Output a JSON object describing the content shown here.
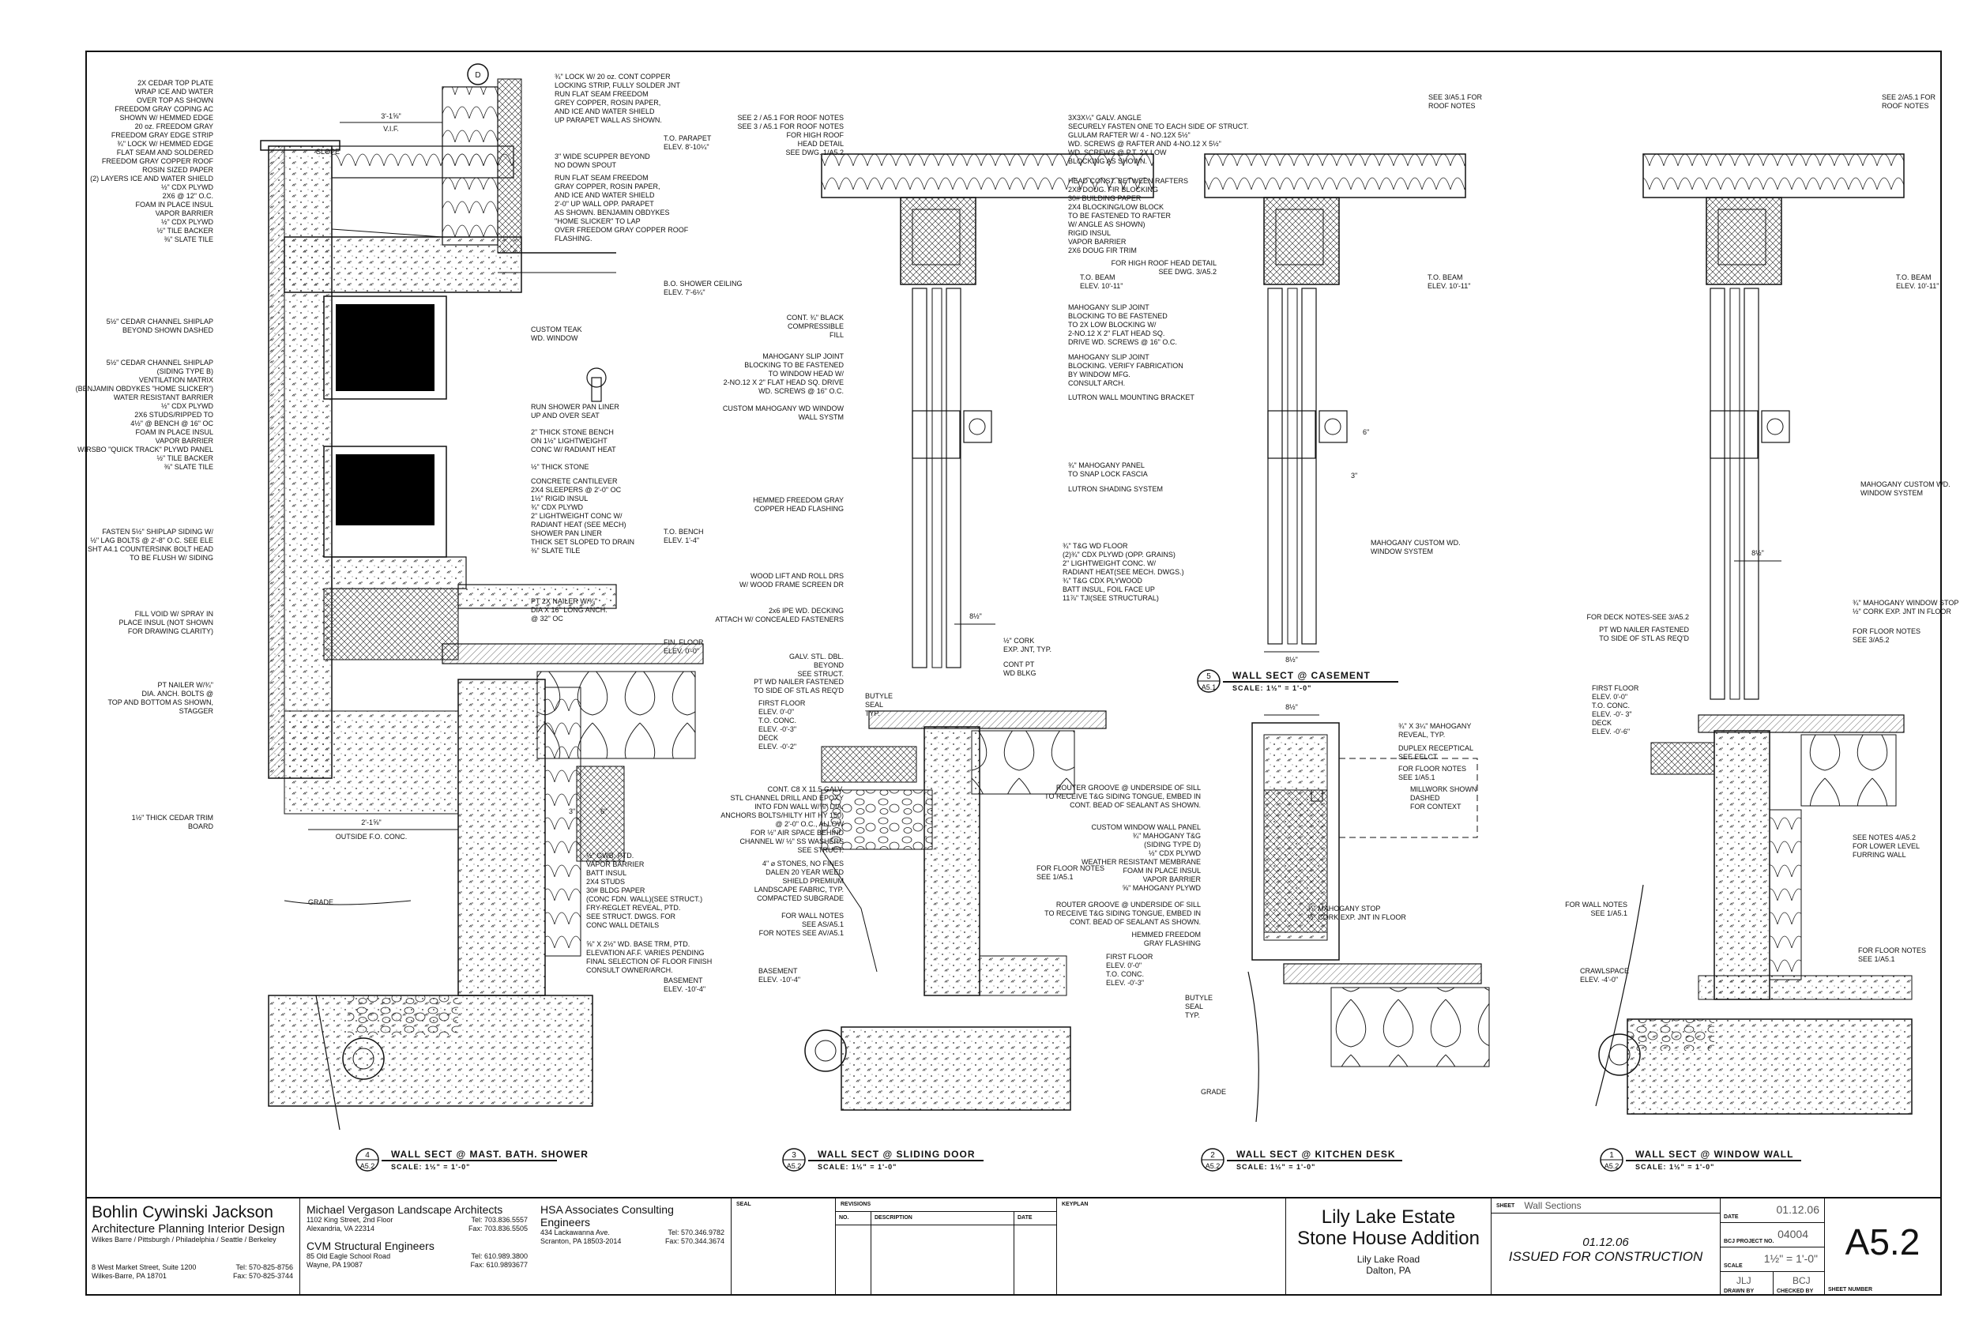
{
  "titleblock": {
    "architect": {
      "name": "Bohlin Cywinski Jackson",
      "subtitle": "Architecture Planning Interior Design",
      "cities": "Wilkes Barre / Pittsburgh / Philadelphia / Seattle / Berkeley",
      "addr1": "8 West Market Street, Suite 1200",
      "addr2": "Wilkes-Barre, PA  18701",
      "tel": "Tel: 570-825-8756",
      "fax": "Fax: 570-825-3744"
    },
    "landscape": {
      "name": "Michael Vergason Landscape Architects",
      "addr1": "1102 King Street, 2nd Floor",
      "addr2": "Alexandria, VA 22314",
      "tel": "Tel: 703.836.5557",
      "fax": "Fax: 703.836.5505"
    },
    "structural": {
      "name": "CVM Structural Engineers",
      "addr1": "85 Old Eagle School Road",
      "addr2": "Wayne, PA 19087",
      "tel": "Tel: 610.989.3800",
      "fax": "Fax: 610.9893677"
    },
    "consulting": {
      "name": "HSA Associates Consulting Engineers",
      "addr1": "434 Lackawanna Ave.",
      "addr2": "Scranton, PA 18503-2014",
      "tel": "Tel: 570.346.9782",
      "fax": "Fax: 570.344.3674"
    },
    "seal_label": "SEAL",
    "revisions_label": "REVISIONS",
    "rev_no": "NO.",
    "rev_desc": "DESCRIPTION",
    "rev_date": "DATE",
    "keyplan_label": "KEYPLAN",
    "project_line1": "Lily Lake Estate",
    "project_line2": "Stone House Addition",
    "project_addr1": "Lily Lake Road",
    "project_addr2": "Dalton, PA",
    "sheet_label": "SHEET",
    "sheet_title": "Wall Sections",
    "issue_date": "01.12.06",
    "issue_text": "ISSUED FOR CONSTRUCTION",
    "date_label": "DATE",
    "date_value": "01.12.06",
    "project_no_label": "BCJ PROJECT NO.",
    "project_no": "04004",
    "scale_label": "SCALE",
    "scale_value": "1½\" = 1'-0\"",
    "drawn_label": "DRAWN BY",
    "drawn_value": "JLJ",
    "checked_label": "CHECKED BY",
    "checked_value": "BCJ",
    "sheet_no_label": "SHEET NUMBER",
    "sheet_number": "A5.2"
  },
  "sections": [
    {
      "num": "4",
      "sheet": "A5.2",
      "title": "WALL SECT @ MAST. BATH. SHOWER",
      "scale": "SCALE: 1½\" = 1'-0\""
    },
    {
      "num": "3",
      "sheet": "A5.2",
      "title": "WALL SECT @ SLIDING DOOR",
      "scale": "SCALE: 1½\" = 1'-0\""
    },
    {
      "num": "2",
      "sheet": "A5.2",
      "title": "WALL SECT @ KITCHEN DESK",
      "scale": "SCALE: 1½\" = 1'-0\""
    },
    {
      "num": "1",
      "sheet": "A5.2",
      "title": "WALL SECT @ WINDOW WALL",
      "scale": "SCALE: 1½\" = 1'-0\""
    },
    {
      "num": "5",
      "sheet": "A5.1",
      "title": "WALL SECT @ CASEMENT",
      "scale": "SCALE: 1½\" = 1'-0\""
    }
  ],
  "notes": {
    "s4_left": [
      "2X CEDAR TOP PLATE",
      "WRAP ICE AND WATER",
      "OVER TOP AS SHOWN",
      "FREEDOM GRAY COPING AC",
      "SHOWN W/ HEMMED EDGE",
      "20 oz. FREEDOM GRAY",
      "FREEDOM GRAY EDGE STRIP",
      "¾\" LOCK W/ HEMMED EDGE",
      "FLAT SEAM AND SOLDERED",
      "FREEDOM GRAY COPPER ROOF",
      "ROSIN SIZED PAPER",
      "(2) LAYERS ICE AND WATER SHIELD",
      "½\" CDX PLYWD",
      "2X6 @ 12\" O.C.",
      "FOAM IN PLACE INSUL",
      "VAPOR BARRIER",
      "½\" CDX PLYWD",
      "½\" TILE BACKER",
      "⅜\" SLATE TILE"
    ],
    "s4_left2": [
      "5½\" CEDAR CHANNEL SHIPLAP",
      "BEYOND SHOWN DASHED"
    ],
    "s4_left3": [
      "5½\" CEDAR CHANNEL SHIPLAP",
      "(SIDING TYPE B)",
      "VENTILATION MATRIX",
      "(BENJAMIN OBDYKES \"HOME SLICKER\")",
      "WATER RESISTANT BARRIER",
      "½\" CDX PLYWD",
      "2X6 STUDS/RIPPED TO",
      "4½\" @ BENCH @ 16\" OC",
      "FOAM IN PLACE INSUL",
      "VAPOR BARRIER",
      "WIRSBO \"QUICK TRACK\" PLYWD PANEL",
      "½\" TILE BACKER",
      "⅜\" SLATE TILE"
    ],
    "s4_left4": [
      "FASTEN 5½\" SHIPLAP SIDING W/",
      "½\" LAG BOLTS @ 2'-8\" O.C. SEE ELE",
      "SHT A4.1 COUNTERSINK BOLT HEAD",
      "TO BE FLUSH W/ SIDING"
    ],
    "s4_left5": [
      "FILL VOID W/ SPRAY IN",
      "PLACE INSUL (NOT SHOWN",
      "FOR DRAWING CLARITY)"
    ],
    "s4_left6": [
      "PT NAILER W/¾\"",
      "DIA. ANCH. BOLTS @",
      "TOP AND BOTTOM AS SHOWN,",
      "STAGGER"
    ],
    "s4_left7": [
      "1½\" THICK CEDAR TRIM",
      "BOARD"
    ],
    "s4_grade": "GRADE",
    "s4_outside": "OUTSIDE F.O. CONC.",
    "s4_dim_top": "3'-1⅝\"",
    "s4_dim_vif": "V.I.F.",
    "s4_dim_bot": "2'-1⅝\"",
    "s4_slope": "SLOPE",
    "s4_right": [
      "¾\" LOCK W/ 20 oz. CONT COPPER",
      "LOCKING STRIP, FULLY SOLDER JNT",
      "RUN FLAT SEAM FREEDOM",
      "GREY COPPER, ROSIN PAPER,",
      "AND ICE AND WATER SHIELD",
      "UP PARAPET WALL AS SHOWN."
    ],
    "s4_right2": [
      "3\" WIDE SCUPPER BEYOND",
      "NO DOWN SPOUT"
    ],
    "s4_right3": [
      "RUN FLAT SEAM FREEDOM",
      "GRAY COPPER, ROSIN PAPER,",
      "AND ICE AND WATER SHIELD",
      "2'-0\" UP WALL OPP. PARAPET",
      "AS SHOWN. BENJAMIN OBDYKES",
      "\"HOME SLICKER\" TO LAP",
      "OVER FREEDOM GRAY COPPER ROOF",
      "FLASHING."
    ],
    "s4_tparapet": [
      "T.O. PARAPET",
      "ELEV. 8'-10¼\""
    ],
    "s4_boshower": [
      "B.O. SHOWER CEILING",
      "ELEV. 7'-6¼\""
    ],
    "s4_teak": [
      "CUSTOM TEAK",
      "WD. WINDOW"
    ],
    "s4_r4": [
      "RUN SHOWER PAN LINER",
      "UP AND OVER SEAT"
    ],
    "s4_r5": [
      "2\" THICK STONE BENCH",
      "ON 1½\" LIGHTWEIGHT",
      "CONC W/ RADIANT HEAT"
    ],
    "s4_r6": [
      "½\" THICK STONE"
    ],
    "s4_r7": [
      "CONCRETE CANTILEVER",
      "2X4 SLEEPERS @ 2'-0\" OC",
      "1½\" RIGID INSUL",
      "¾\" CDX PLYWD",
      "2\" LIGHTWEIGHT CONC W/",
      "RADIANT HEAT (SEE MECH)",
      "SHOWER PAN LINER",
      "THICK SET SLOPED TO DRAIN",
      "⅜\" SLATE TILE"
    ],
    "s4_tbench": [
      "T.O. BENCH",
      "ELEV. 1'-4\""
    ],
    "s4_r8": [
      "PT 2X NAILER W/¾\"",
      "DIA X 16\" LONG ANCH.",
      "@ 32\" OC"
    ],
    "s4_finfloor": [
      "FIN. FLOOR",
      "ELEV. 0'-0\""
    ],
    "s4_r9": [
      "½\" GWB, PTD.",
      "VAPOR BARRIER",
      "BATT INSUL",
      "2X4 STUDS",
      "30# BLDG PAPER",
      "(CONC FDN. WALL)(SEE STRUCT.)",
      "FRY-REGLET REVEAL, PTD.",
      "SEE STRUCT. DWGS. FOR",
      "CONC WALL DETAILS"
    ],
    "s4_r10": [
      "⅝\" X 2½\" WD. BASE TRM, PTD.",
      "ELEVATION AF.F. VARIES PENDING",
      "FINAL SELECTION OF FLOOR FINISH",
      "CONSULT OWNER/ARCH."
    ],
    "s4_basement": [
      "BASEMENT",
      "ELEV. -10'-4\""
    ],
    "s4_dim_3": "3\"",
    "s4_dim_6": "6\"",
    "s3_left": [
      "SEE 2 / A5.1 FOR ROOF NOTES",
      "SEE 3 / A5.1 FOR ROOF NOTES",
      "FOR HIGH ROOF",
      "HEAD DETAIL",
      "SEE DWG. 1/A5.2"
    ],
    "s3_left2": [
      "CONT. ¾\" BLACK",
      "COMPRESSIBLE",
      "FILL"
    ],
    "s3_left3": [
      "MAHOGANY SLIP JOINT",
      "BLOCKING TO BE FASTENED",
      "TO WINDOW HEAD W/",
      "2-NO.12 X 2\" FLAT HEAD SQ. DRIVE",
      "WD. SCREWS @ 16\" O.C."
    ],
    "s3_left4": [
      "CUSTOM MAHOGANY WD WINDOW",
      "WALL SYSTM"
    ],
    "s3_left5": [
      "HEMMED FREEDOM GRAY",
      "COPPER HEAD FLASHING"
    ],
    "s3_left6": [
      "WOOD LIFT AND ROLL DRS",
      "W/ WOOD FRAME SCREEN DR"
    ],
    "s3_left7": [
      "2x6 IPE WD. DECKING",
      "ATTACH W/ CONCEALED FASTENERS"
    ],
    "s3_left8": [
      "GALV. STL. DBL.",
      "BEYOND",
      "SEE STRUCT."
    ],
    "s3_left9": [
      "PT WD NAILER FASTENED",
      "TO SIDE OF STL AS REQ'D"
    ],
    "s3_elev": [
      "FIRST FLOOR",
      "ELEV. 0'-0\"",
      "T.O. CONC.",
      "ELEV. -0'-3\"",
      "DECK",
      "ELEV. -0'-2\""
    ],
    "s3_left10": [
      "CONT. C8 X 11.5 GALV.",
      "STL CHANNEL DRILL AND EPOXY",
      "INTO FDN WALL W/⅝\" DIA.",
      "ANCHORS BOLTS/HILTY HIT HY 150)",
      "@ 2'-0\" O.C., ALLOW",
      "FOR ½\" AIR SPACE BEHIND",
      "CHANNEL W/ ½\" SS WASHERS",
      "SEE STRUCT."
    ],
    "s3_left11": [
      "4\" ⌀ STONES, NO FINES",
      "DALEN 20 YEAR WEED",
      "SHIELD PREMIUM",
      "LANDSCAPE FABRIC, TYP.",
      "COMPACTED SUBGRADE"
    ],
    "s3_left12": [
      "FOR WALL NOTES",
      "SEE AS/A5.1",
      "FOR NOTES SEE AV/A5.1"
    ],
    "s3_basement": [
      "BASEMENT",
      "ELEV. -10'-4\""
    ],
    "s3_right": [
      "3X3X¼\" GALV. ANGLE",
      "SECURELY FASTEN ONE TO EACH SIDE OF STRUCT.",
      "GLULAM RAFTER W/ 4 - NO.12X 5½\"",
      "WD. SCREWS @ RAFTER AND 4-NO.12 X 5½\"",
      "WD. SCREWS @ P.T. 2X LOW",
      "BLOCKING AS SHOWN."
    ],
    "s3_right2": [
      "HEAD CONST. BETWEEN RAFTERS",
      "2X8 DOUG. FIR BLOCKING",
      "30# BUILDING PAPER",
      "2X4 BLOCKING/LOW BLOCK",
      "TO BE FASTENED TO RAFTER",
      "W/ ANGLE AS SHOWN)",
      "RIGID INSUL",
      "VAPOR BARRIER",
      "2X6 DOUG FIR TRIM"
    ],
    "s3_tbeam": [
      "T.O. BEAM",
      "ELEV. 10'-11\""
    ],
    "s3_highroof": [
      "FOR HIGH ROOF HEAD DETAIL",
      "SEE DWG. 3/A5.2"
    ],
    "s3_right3": [
      "MAHOGANY SLIP JOINT",
      "BLOCKING TO BE FASTENED",
      "TO 2X LOW BLOCKING W/",
      "2-NO.12 X 2\" FLAT HEAD SQ.",
      "DRIVE WD. SCREWS @ 16\" O.C."
    ],
    "s3_right4": [
      "MAHOGANY SLIP JOINT",
      "BLOCKING. VERIFY FABRICATION",
      "BY WINDOW MFG.",
      "CONSULT ARCH."
    ],
    "s3_right5": [
      "LUTRON WALL MOUNTING BRACKET"
    ],
    "s3_right6": [
      "¾\" MAHOGANY PANEL",
      "TO SNAP LOCK FASCIA"
    ],
    "s3_right7": [
      "LUTRON SHADING SYSTEM"
    ],
    "s3_dim": "8½\"",
    "s3_right8": [
      "¾\" T&G WD FLOOR",
      "(2)¾\" CDX PLYWD (OPP. GRAINS)",
      "2\" LIGHTWEIGHT CONC. W/",
      "RADIANT HEAT(SEE MECH. DWGS.)",
      "¾\" T&G CDX PLYWOOD",
      "BATT INSUL, FOIL FACE UP",
      "11⅞\" TJI(SEE STRUCTURAL)"
    ],
    "s3_right9": [
      "½\" CORK",
      "EXP. JNT, TYP."
    ],
    "s3_right10": [
      "CONT PT",
      "WD BLKG"
    ],
    "s3_butyle": [
      "BUTYLE",
      "SEAL",
      "TYP."
    ],
    "s3_floornotes": [
      "FOR FLOOR NOTES",
      "SEE 1/A5.1"
    ],
    "s5_left": [
      "SEE 3/A5.1 FOR",
      "ROOF NOTES"
    ],
    "s5_tbeam": [
      "T.O. BEAM",
      "ELEV. 10'-11\""
    ],
    "s5_mahog": [
      "MAHOGANY CUSTOM WD.",
      "WINDOW SYSTEM"
    ],
    "s5_dims": [
      "8½\"",
      "8½\"",
      "6\"",
      "3\""
    ],
    "s2_dims": [
      "8½\""
    ],
    "s2_right": [
      "¾\" X 3¼\" MAHOGANY",
      "REVEAL, TYP."
    ],
    "s2_right2": [
      "DUPLEX RECEPTICAL",
      "SEE EELCT."
    ],
    "s2_right3": [
      "FOR FLOOR NOTES",
      "SEE 1/A5.1"
    ],
    "s2_right4": [
      "MILLWORK SHOWN",
      "DASHED",
      "FOR CONTEXT"
    ],
    "s2_left": [
      "ROUTER GROOVE @ UNDERSIDE OF SILL",
      "TO RECEIVE T&G SIDING TONGUE, EMBED IN",
      "CONT. BEAD OF SEALANT AS SHOWN."
    ],
    "s2_left2": [
      "CUSTOM WINDOW WALL PANEL",
      "¾\" MAHOGANY T&G",
      "(SIDING TYPE D)",
      "½\" CDX PLYWD",
      "WEATHER RESISTANT MEMBRANE",
      "FOAM IN PLACE INSUL",
      "VAPOR BARRIER",
      "⅝\" MAHOGANY PLYWD"
    ],
    "s2_left3": [
      "ROUTER GROOVE @ UNDERSIDE OF SILL",
      "TO RECEIVE T&G SIDING TONGUE, EMBED IN",
      "CONT. BEAD OF SEALANT AS SHOWN."
    ],
    "s2_left4": [
      "HEMMED FREEDOM",
      "GRAY FLASHING"
    ],
    "s2_elev": [
      "FIRST FLOOR",
      "ELEV. 0'-0\"",
      "T.O. CONC.",
      "ELEV. -0'-3\""
    ],
    "s2_butyle": [
      "BUTYLE",
      "SEAL",
      "TYP."
    ],
    "s2_cork": [
      "¾\" MAHOGANY STOP",
      "½\" CORK EXP. JNT IN FLOOR"
    ],
    "s2_grade": "GRADE",
    "s1_right": [
      "SEE 2/A5.1 FOR",
      "ROOF NOTES"
    ],
    "s1_tbeam": [
      "T.O. BEAM",
      "ELEV. 10'-11\""
    ],
    "s1_mahog": [
      "MAHOGANY CUSTOM WD.",
      "WINDOW SYSTEM"
    ],
    "s1_dim": "8½\"",
    "s1_right2": [
      "¾\" MAHOGANY WINDOW STOP",
      "½\" CORK EXP. JNT IN FLOOR"
    ],
    "s1_right3": [
      "FOR FLOOR NOTES",
      "SEE 3/A5.2"
    ],
    "s1_left": [
      "FOR DECK NOTES-SEE 3/A5.2"
    ],
    "s1_left2": [
      "PT WD NAILER FASTENED",
      "TO SIDE OF STL AS REQ'D"
    ],
    "s1_elev": [
      "FIRST FLOOR",
      "ELEV. 0'-0\"",
      "T.O. CONC.",
      "ELEV. -0'- 3\"",
      "DECK",
      "ELEV. -0'-6\""
    ],
    "s1_right4": [
      "SEE NOTES 4/A5.2",
      "FOR LOWER LEVEL",
      "FURRING WALL"
    ],
    "s1_left3": [
      "FOR WALL NOTES",
      "SEE 1/A5.1"
    ],
    "s1_crawl": [
      "CRAWLSPACE",
      "ELEV. -4'-0\""
    ],
    "s1_right5": [
      "FOR FLOOR NOTES",
      "SEE 1/A5.1"
    ],
    "north": "D"
  }
}
